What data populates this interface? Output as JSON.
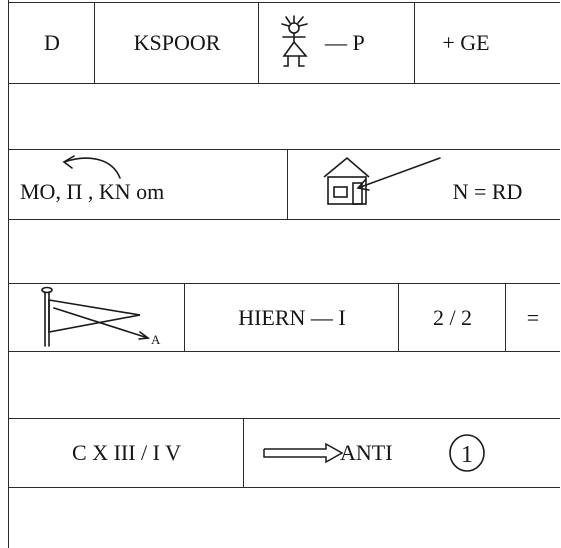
{
  "puzzle": {
    "row1": {
      "c1": "D",
      "c2": "KSPOOR",
      "c3": "— P",
      "c4": "+ GE",
      "icons": [
        "girl-figure-icon"
      ]
    },
    "row2": {
      "c1a": "MO",
      "c1b": ", Π , KN om",
      "c2": "N = RD",
      "icons": [
        "curved-arrow-icon",
        "house-icon",
        "arrow-icon"
      ]
    },
    "row3": {
      "c2": "HIERN — I",
      "c3": "2 / 2",
      "c4": "=",
      "flag_letter": "A",
      "icons": [
        "flag-icon"
      ]
    },
    "row4": {
      "c1": "C X III / I V",
      "c2": "ANTI",
      "c3": "1",
      "icons": [
        "double-arrow-icon",
        "circled-number-icon"
      ]
    }
  }
}
